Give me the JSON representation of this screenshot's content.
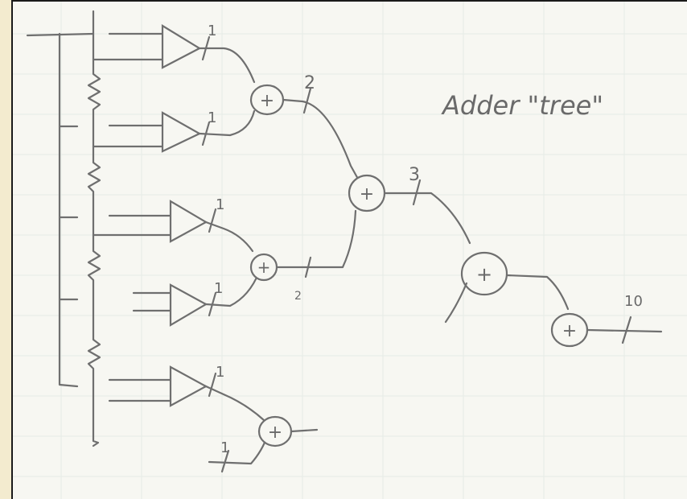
{
  "title": "Adder \"tree\"",
  "stage_widths": {
    "input": "1",
    "level1": "2",
    "level1_lower": "2",
    "level2": "3",
    "output": "10"
  },
  "adder_symbol": "+",
  "colors": {
    "paper": "#f7f7f2",
    "background": "#f3ebcf",
    "ink": "#6f6f6f",
    "grid": "#e6ebe6"
  }
}
